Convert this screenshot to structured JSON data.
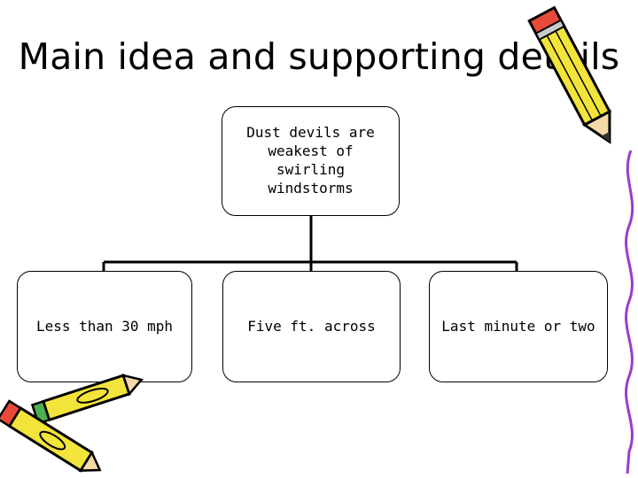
{
  "slide": {
    "title": "Main idea and supporting details"
  },
  "diagram": {
    "main_idea": "Dust devils are weakest of swirling windstorms",
    "details": [
      "Less than 30 mph",
      "Five ft. across",
      "Last minute or two"
    ]
  },
  "colors": {
    "pencil_body": "#f2e43a",
    "pencil_outline": "#000000",
    "eraser": "#e84a3a",
    "wavy_border": "#9b3cc8"
  },
  "icons": {
    "top_right": "pencil-icon",
    "bottom_left": "crayons-icon",
    "right_edge": "wavy-border"
  }
}
